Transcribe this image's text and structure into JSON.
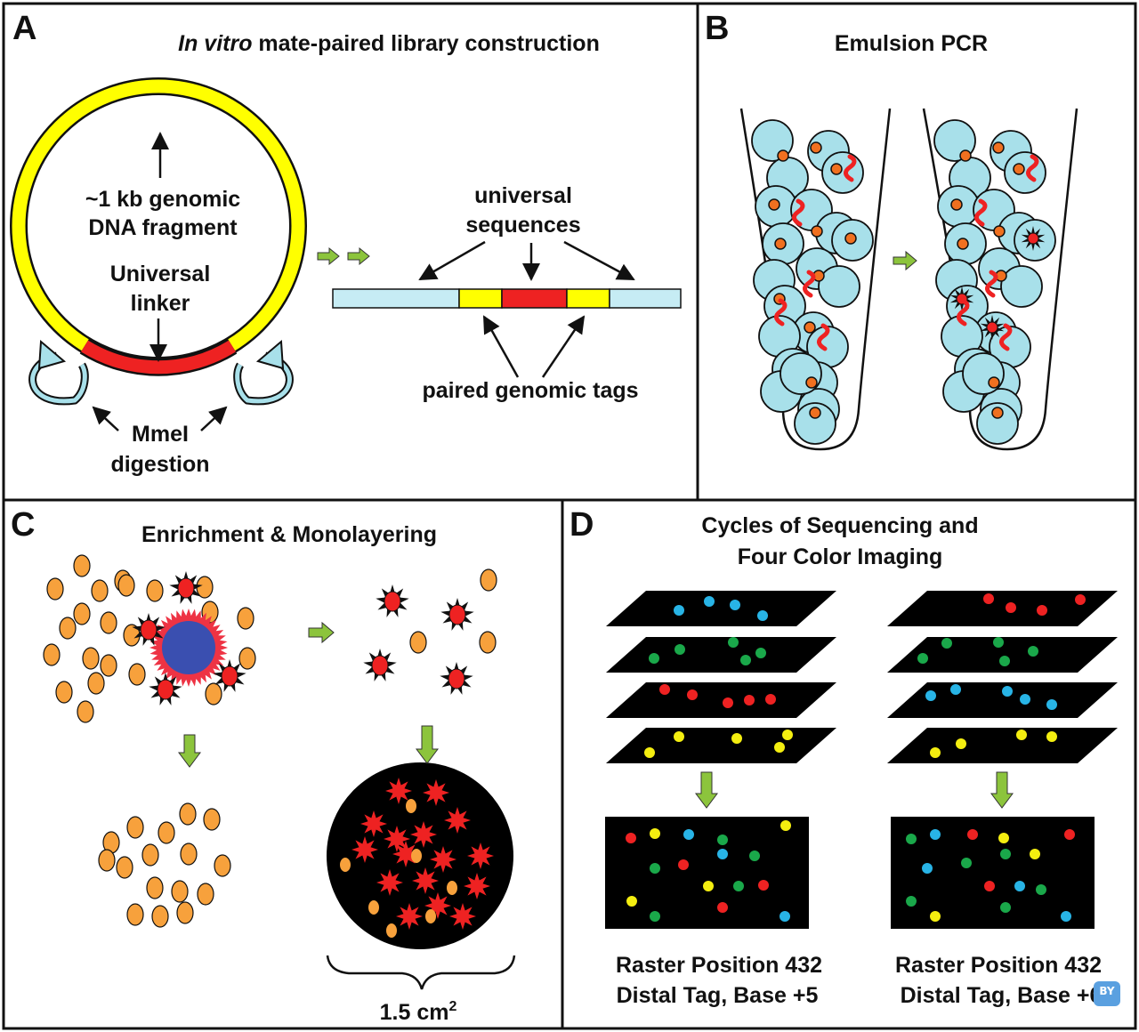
{
  "panels": {
    "A": {
      "letter": "A",
      "title_italic": "In vitro",
      "title_rest": "mate-paired library construction",
      "fragment_line1": "~1 kb genomic",
      "fragment_line2": "DNA fragment",
      "linker_line1": "Universal",
      "linker_line2": "linker",
      "enzyme_line1": "MmeI",
      "enzyme_line2": "digestion",
      "universal_line1": "universal",
      "universal_line2": "sequences",
      "tags_label": "paired genomic tags"
    },
    "B": {
      "letter": "B",
      "title": "Emulsion PCR"
    },
    "C": {
      "letter": "C",
      "title": "Enrichment & Monolayering",
      "area_value": "1.5 cm",
      "area_sup": "2"
    },
    "D": {
      "letter": "D",
      "title_line1": "Cycles of Sequencing and",
      "title_line2": "Four Color Imaging",
      "left_caption_line1": "Raster Position 432",
      "left_caption_line2": "Distal Tag, Base +5",
      "right_caption_line1": "Raster Position 432",
      "right_caption_line2": "Distal Tag, Base +6"
    }
  },
  "badge_text": "BY",
  "colors": {
    "ring": "#ffff00",
    "linker": "#ee2222",
    "droplet": "#a8e0ea",
    "bead": "#f07020",
    "orange_bead": "#f7a13c",
    "enrich_bead": "#3a4fb0",
    "arrow_green": "#8cc43c",
    "seq_blue": "#28b4e6",
    "seq_green": "#1aa84a",
    "seq_red": "#ee2222",
    "seq_yellow": "#f4ee10"
  }
}
